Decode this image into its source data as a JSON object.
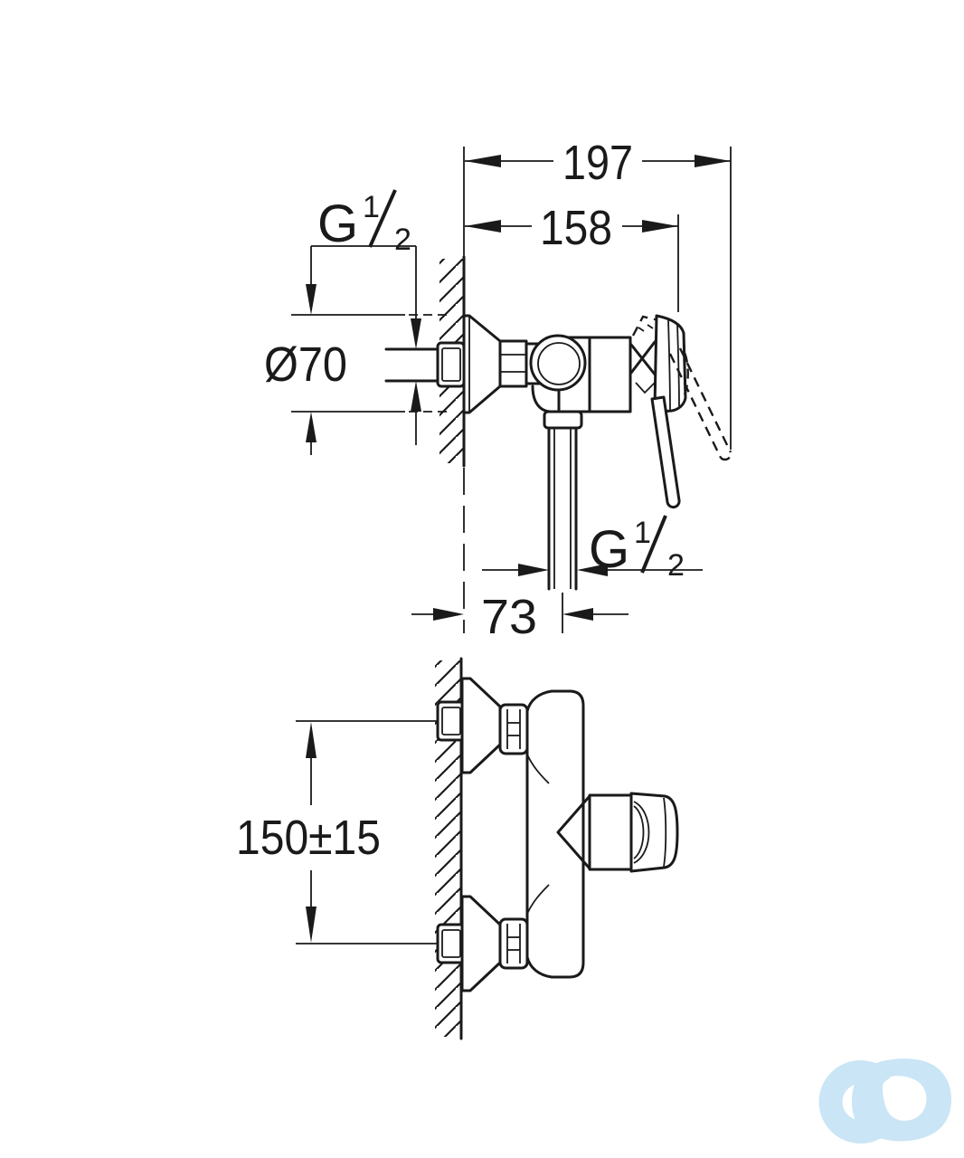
{
  "dims": {
    "total_depth": "197",
    "body_depth": "158",
    "escutcheon_diameter": "Ø70",
    "hose_offset": "73",
    "connection_spacing": "150±15",
    "thread_wall": {
      "letter": "G",
      "num": "1",
      "den": "2"
    },
    "thread_hose": {
      "letter": "G",
      "num": "1",
      "den": "2"
    }
  },
  "colors": {
    "line": "#1a1a1a",
    "background": "#ffffff",
    "watermark": "#c8e4f5"
  }
}
